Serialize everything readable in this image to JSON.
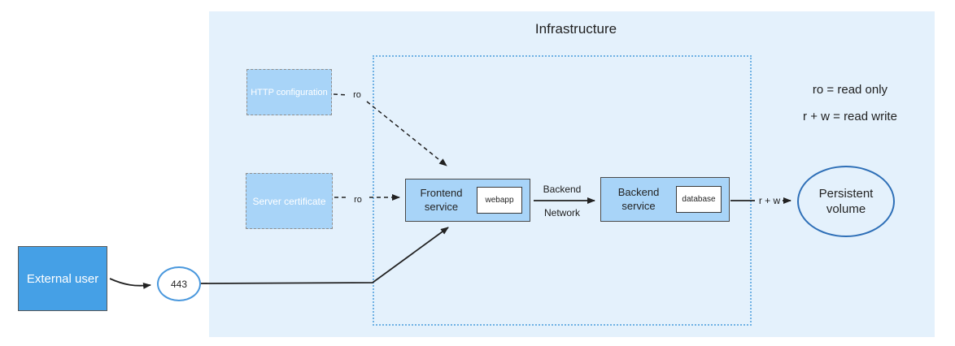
{
  "title": "Infrastructure",
  "legend": {
    "line1": "ro = read only",
    "line2": "r + w = read write"
  },
  "nodes": {
    "http_config": {
      "label": "HTTP configuration"
    },
    "server_cert": {
      "label": "Server certificate"
    },
    "frontend": {
      "label": "Frontend service",
      "inner": "webapp"
    },
    "backend": {
      "label": "Backend service",
      "inner": "database"
    },
    "external_user": {
      "label": "External user"
    },
    "port": {
      "label": "443"
    },
    "volume": {
      "label": "Persistent volume"
    }
  },
  "edges": {
    "ro_http": "ro",
    "ro_cert": "ro",
    "backend_network_word1": "Backend",
    "backend_network_word2": "Network",
    "read_write": "r + w"
  },
  "colors": {
    "panel_bg": "#e4f1fc",
    "node_blue": "#a8d4f8",
    "bright_blue": "#45a0e6",
    "ellipse_border": "#2e6fb7",
    "circle_border": "#4a98dd",
    "dotted_border": "#6fb1e4",
    "arrow": "#222222"
  }
}
